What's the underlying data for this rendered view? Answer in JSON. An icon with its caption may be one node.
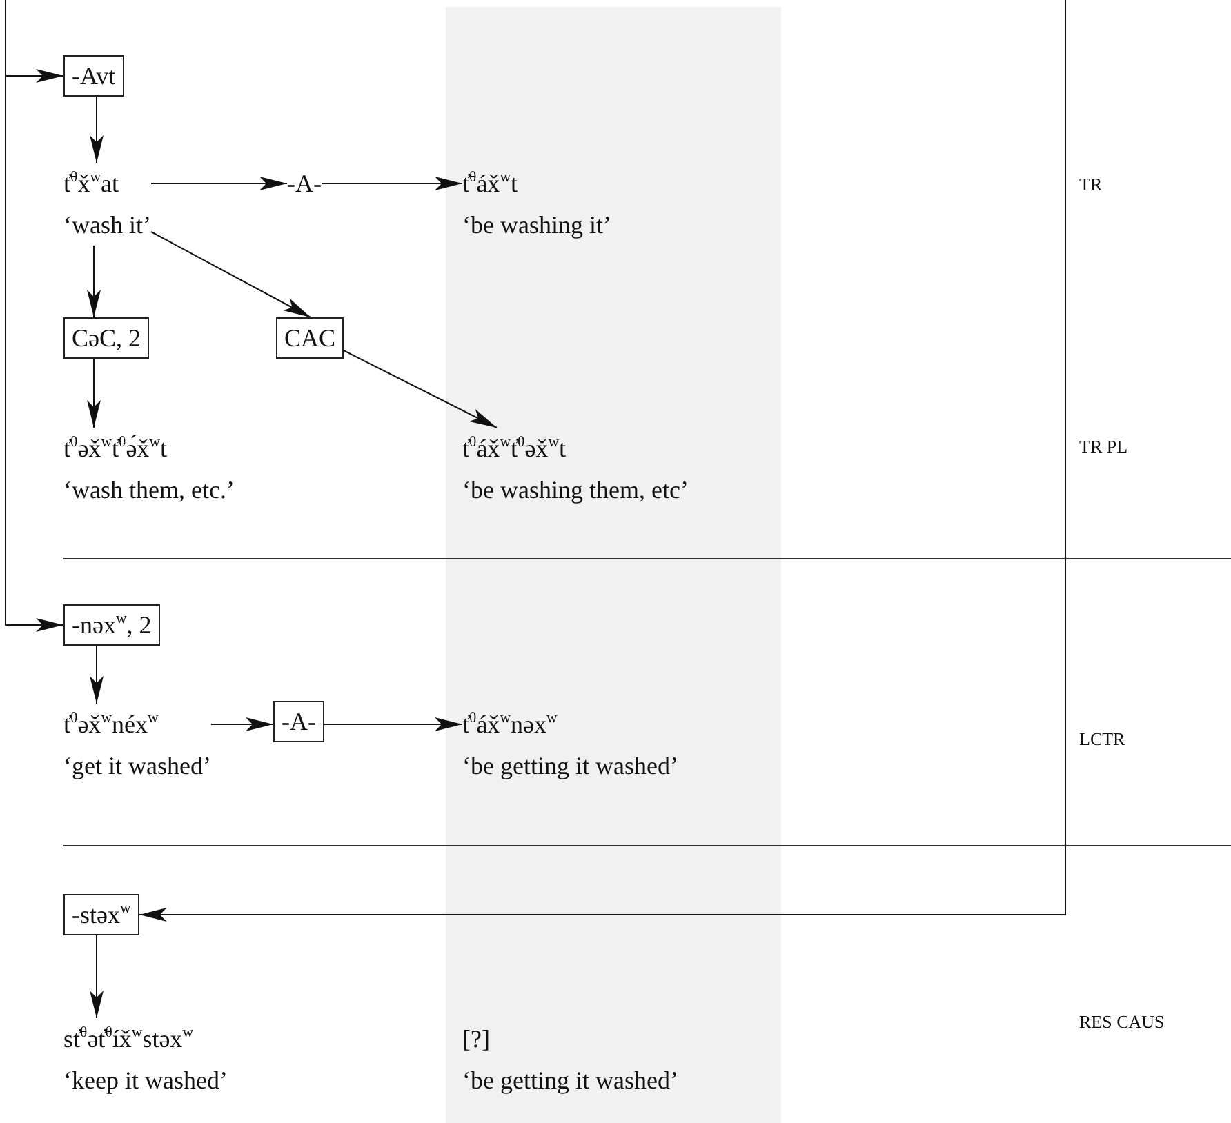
{
  "diagram": {
    "nodes": [
      {
        "text": [
          "-Avt"
        ]
      },
      {
        "text": [
          "t̓$^{θ}$x̌$^{w}$at",
          "‘wash it’"
        ]
      },
      {
        "text": [
          "-A-"
        ]
      },
      {
        "text": [
          "t̓$^{θ}$áx̌$^{w}$t",
          "‘be washing it’"
        ]
      },
      {
        "text": [
          "CəC, 2"
        ]
      },
      {
        "text": [
          "CAC"
        ]
      },
      {
        "text": [
          "t̓$^{θ}$əx̌$^{w}$t̓$^{θ}$ə́x̌$^{w}$t",
          "‘wash them, etc.’"
        ]
      },
      {
        "text": [
          "t̓$^{θ}$áx̌$^{w}$t̓$^{θ}$əx̌$^{w}$t",
          "‘be washing them, etc’"
        ]
      },
      {
        "text": [
          "-nəx$^{w}$, 2"
        ]
      },
      {
        "text": [
          "t̓$^{θ}$əx̌$^{w}$néx$^{w}$",
          "‘get it washed’"
        ]
      },
      {
        "text": [
          "-A-"
        ]
      },
      {
        "text": [
          "t̓$^{θ}$áx̌$^{w}$nəx$^{w}$",
          "‘be getting it washed’"
        ]
      },
      {
        "text": [
          "-stəx$^{w}$"
        ]
      },
      {
        "text": [
          "st̓$^{θ}$ət̓$^{θ}$íx̌$^{w}$stəx$^{w}$",
          "‘keep it washed’"
        ]
      },
      {
        "text": [
          "[?]",
          "‘be getting it washed’"
        ]
      }
    ],
    "edges": [
      {
        "from": null,
        "to": 0,
        "arrow": "to"
      },
      {
        "from": null,
        "to": 8,
        "arrow": "to"
      },
      {
        "from": 0,
        "to": 1,
        "arrow": "to"
      },
      {
        "from": 1,
        "to": 2,
        "arrow": "to"
      },
      {
        "from": 2,
        "to": 3,
        "arrow": "to"
      },
      {
        "from": 1,
        "to": 4,
        "arrow": "to"
      },
      {
        "from": 1,
        "to": 5,
        "arrow": "to"
      },
      {
        "from": 4,
        "to": 6,
        "arrow": "to"
      },
      {
        "from": 5,
        "to": 7,
        "arrow": "to"
      },
      {
        "from": 8,
        "to": 9,
        "arrow": "to"
      },
      {
        "from": 9,
        "to": 10,
        "arrow": "to"
      },
      {
        "from": 10,
        "to": 11,
        "arrow": "to"
      },
      {
        "from": null,
        "to": 12,
        "arrow": "to"
      },
      {
        "from": 12,
        "to": 13,
        "arrow": "to"
      }
    ],
    "labels": [
      "TR",
      "TR PL",
      "LCTR",
      "RES CAUS"
    ]
  }
}
